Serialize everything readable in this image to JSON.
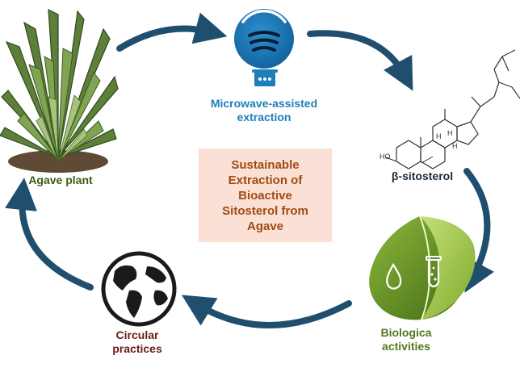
{
  "center_title": "Sustainable\nExtraction of\nBioactive\nSitosterol from\nAgave",
  "nodes": {
    "agave": {
      "label": "Agave plant",
      "color": "#3d5a16"
    },
    "microwave": {
      "label": "Microwave-assisted\nextraction",
      "color": "#1e7fb8"
    },
    "sitosterol": {
      "label": "β-sitosterol",
      "color": "#1b2a3a"
    },
    "bio": {
      "label": "Biologica\nactivities",
      "color": "#4f7a1c"
    },
    "circular": {
      "label": "Circular\npractices",
      "color": "#6b1a1a"
    }
  },
  "molecule": {
    "atom_labels": [
      "HO",
      "H",
      "H",
      "H"
    ]
  },
  "colors": {
    "arrow": "#1f4e6e",
    "center_bg": "#fbe1d5",
    "center_text": "#a04a14"
  }
}
